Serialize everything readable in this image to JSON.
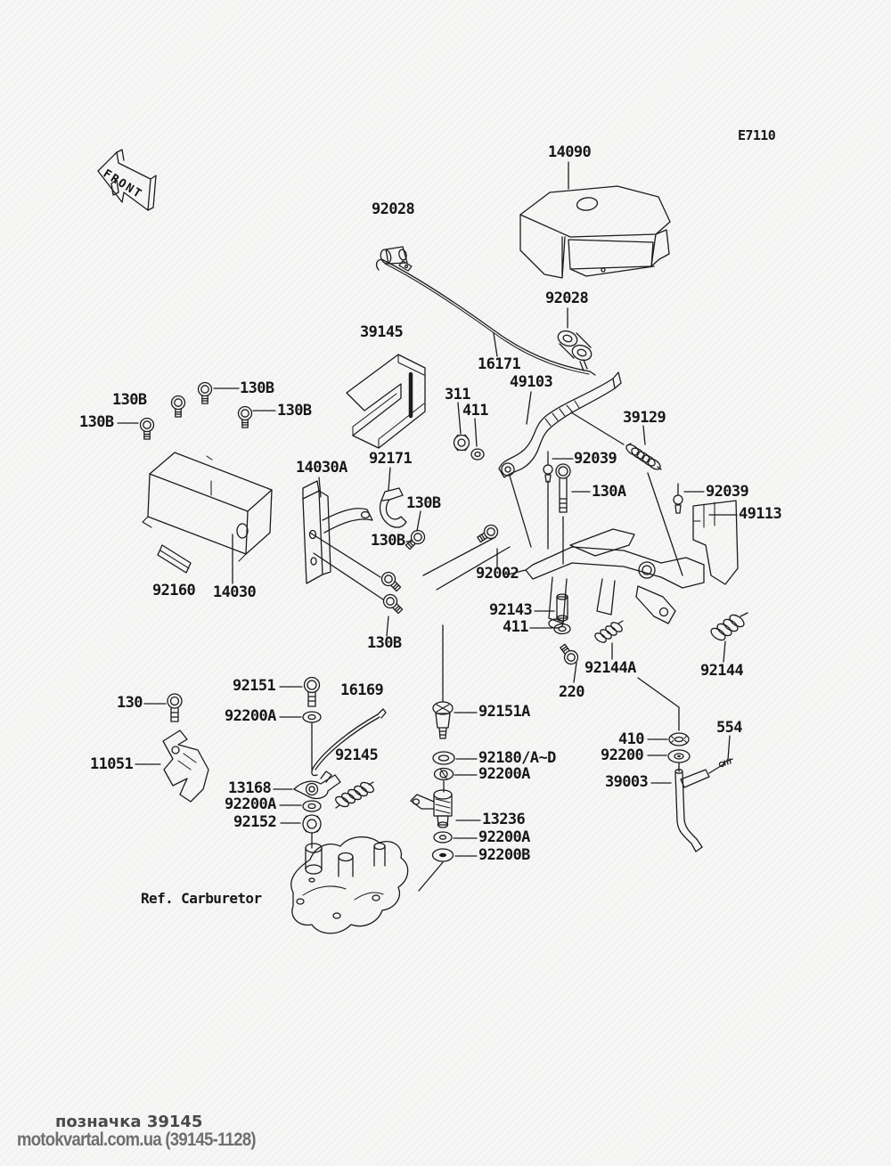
{
  "page": {
    "code": "E7110",
    "front_label": "FRONT",
    "ref_label": "Ref. Carburetor"
  },
  "footer": {
    "mark": "позначка 39145",
    "site": "motokvartal.com.ua (39145-1128)"
  },
  "colors": {
    "ink": "#1b1b1b",
    "background": "#f6f6f5",
    "footer_mark": "#4a4a4a",
    "footer_site": "#6f6f6f"
  },
  "labels": [
    {
      "id": "14090",
      "text": "14090"
    },
    {
      "id": "92028-upper",
      "text": "92028"
    },
    {
      "id": "92028-lower",
      "text": "92028"
    },
    {
      "id": "39145",
      "text": "39145"
    },
    {
      "id": "16171",
      "text": "16171"
    },
    {
      "id": "49103",
      "text": "49103"
    },
    {
      "id": "311",
      "text": "311"
    },
    {
      "id": "411-upper",
      "text": "411"
    },
    {
      "id": "39129",
      "text": "39129"
    },
    {
      "id": "130B-top1",
      "text": "130B"
    },
    {
      "id": "130B-top2",
      "text": "130B"
    },
    {
      "id": "130B-top3",
      "text": "130B"
    },
    {
      "id": "130B-top4",
      "text": "130B"
    },
    {
      "id": "14030A",
      "text": "14030A"
    },
    {
      "id": "92171",
      "text": "92171"
    },
    {
      "id": "92039-left",
      "text": "92039"
    },
    {
      "id": "130A",
      "text": "130A"
    },
    {
      "id": "92039-right",
      "text": "92039"
    },
    {
      "id": "49113",
      "text": "49113"
    },
    {
      "id": "130B-mid1",
      "text": "130B"
    },
    {
      "id": "130B-mid2",
      "text": "130B"
    },
    {
      "id": "92160",
      "text": "92160"
    },
    {
      "id": "14030",
      "text": "14030"
    },
    {
      "id": "92002",
      "text": "92002"
    },
    {
      "id": "92143",
      "text": "92143"
    },
    {
      "id": "411-lower",
      "text": "411"
    },
    {
      "id": "130B-bottom",
      "text": "130B"
    },
    {
      "id": "92151",
      "text": "92151"
    },
    {
      "id": "16169",
      "text": "16169"
    },
    {
      "id": "130",
      "text": "130"
    },
    {
      "id": "92200A-1",
      "text": "92200A"
    },
    {
      "id": "11051",
      "text": "11051"
    },
    {
      "id": "92145",
      "text": "92145"
    },
    {
      "id": "92151A",
      "text": "92151A"
    },
    {
      "id": "92180AD",
      "text": "92180/A~D"
    },
    {
      "id": "92200A-2",
      "text": "92200A"
    },
    {
      "id": "13168",
      "text": "13168"
    },
    {
      "id": "92200A-3",
      "text": "92200A"
    },
    {
      "id": "92152",
      "text": "92152"
    },
    {
      "id": "13236",
      "text": "13236"
    },
    {
      "id": "92200A-4",
      "text": "92200A"
    },
    {
      "id": "92200B",
      "text": "92200B"
    },
    {
      "id": "220",
      "text": "220"
    },
    {
      "id": "92144A",
      "text": "92144A"
    },
    {
      "id": "92144",
      "text": "92144"
    },
    {
      "id": "410",
      "text": "410"
    },
    {
      "id": "92200",
      "text": "92200"
    },
    {
      "id": "554",
      "text": "554"
    },
    {
      "id": "39003",
      "text": "39003"
    }
  ]
}
